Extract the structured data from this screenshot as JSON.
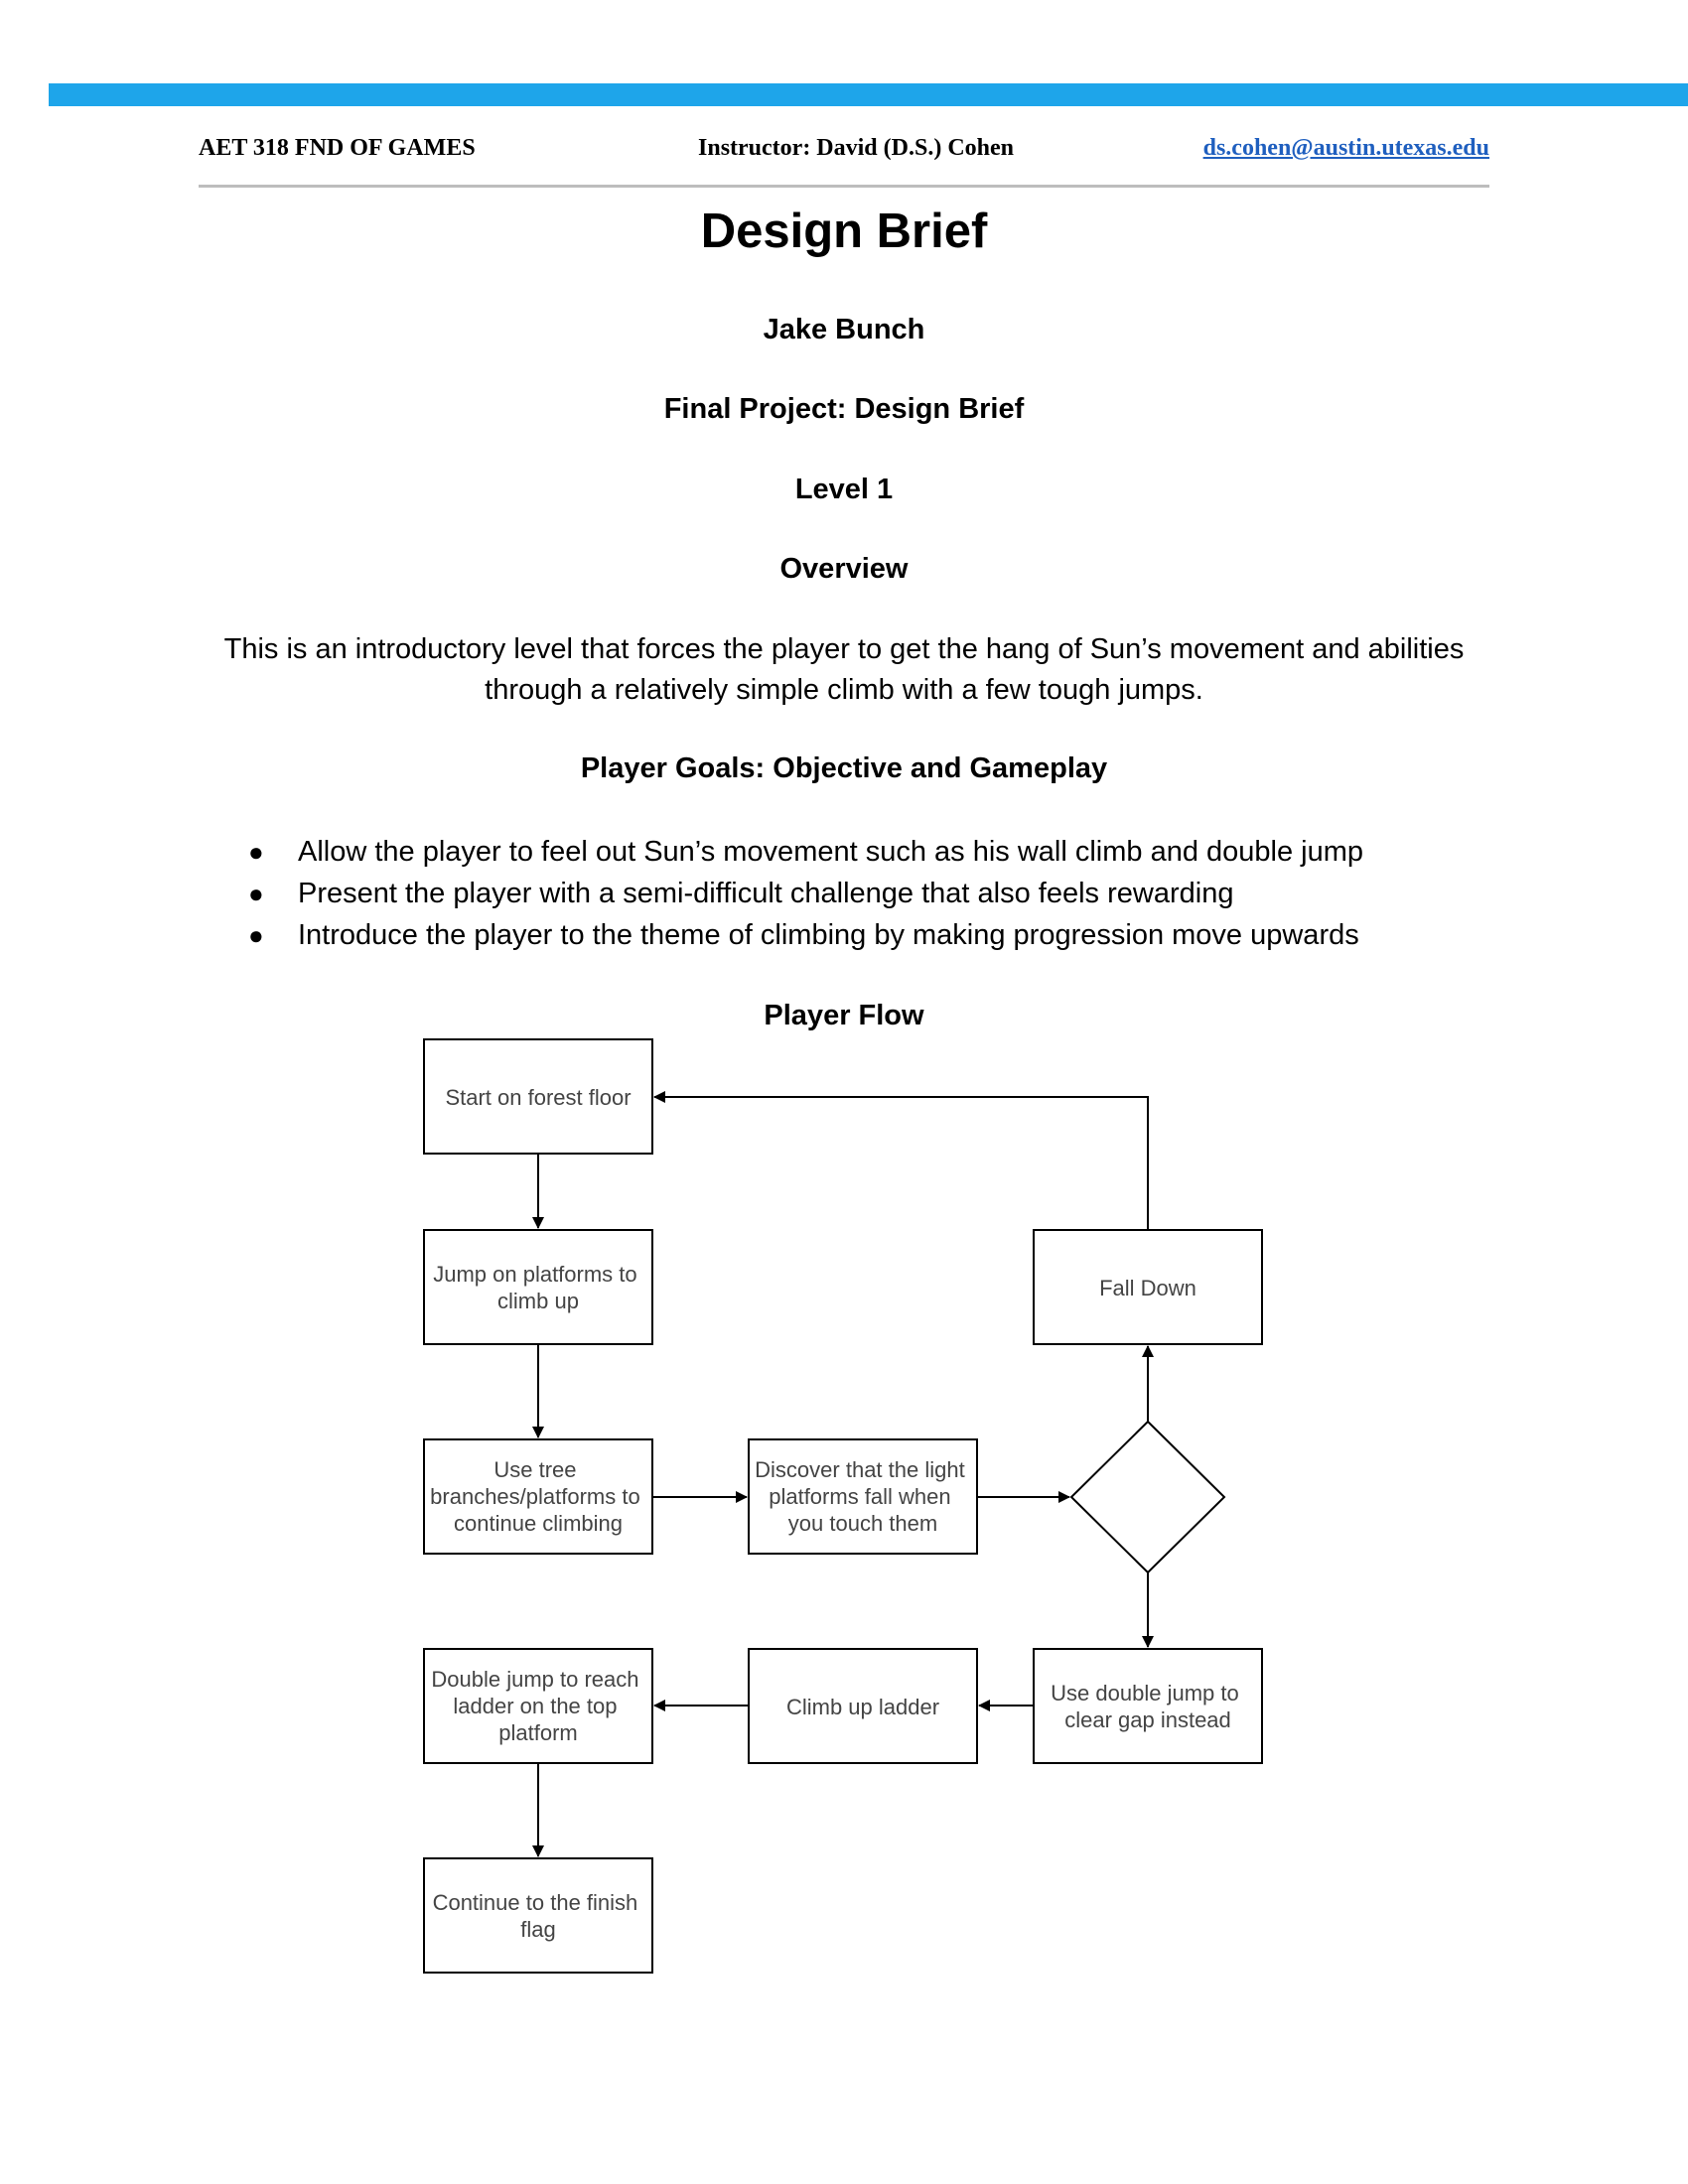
{
  "header": {
    "course": "AET 318 FND OF GAMES",
    "instructor": "Instructor: David (D.S.) Cohen",
    "email": "ds.cohen@austin.utexas.edu"
  },
  "document": {
    "title": "Design Brief",
    "author": "Jake Bunch",
    "project": "Final Project: Design Brief",
    "level": "Level 1",
    "overview_heading": "Overview",
    "overview_text": "This is an introductory level that forces the player to get the hang of Sun’s movement and abilities through a relatively simple climb with a few tough jumps.",
    "goals_heading": "Player Goals: Objective and Gameplay",
    "goals": [
      "Allow the player to feel out Sun’s movement such as his wall climb and double jump",
      "Present the player with a semi-difficult challenge that also feels rewarding",
      "Introduce the player to the theme of climbing by making progression move upwards"
    ],
    "flow_heading": "Player Flow"
  },
  "flowchart": {
    "nodes": {
      "start": [
        "Start on forest floor"
      ],
      "jump": [
        "Jump on platforms to",
        "climb up"
      ],
      "tree": [
        "Use tree",
        "branches/platforms to",
        "continue climbing"
      ],
      "discover": [
        "Discover that the light",
        "platforms fall when",
        "you touch them"
      ],
      "fall": [
        "Fall Down"
      ],
      "double_gap": [
        "Use double jump to",
        "clear gap instead"
      ],
      "ladder": [
        "Climb up ladder"
      ],
      "double_reach": [
        "Double jump to reach",
        "ladder on the top",
        "platform"
      ],
      "finish": [
        "Continue to the finish",
        "flag"
      ]
    }
  }
}
